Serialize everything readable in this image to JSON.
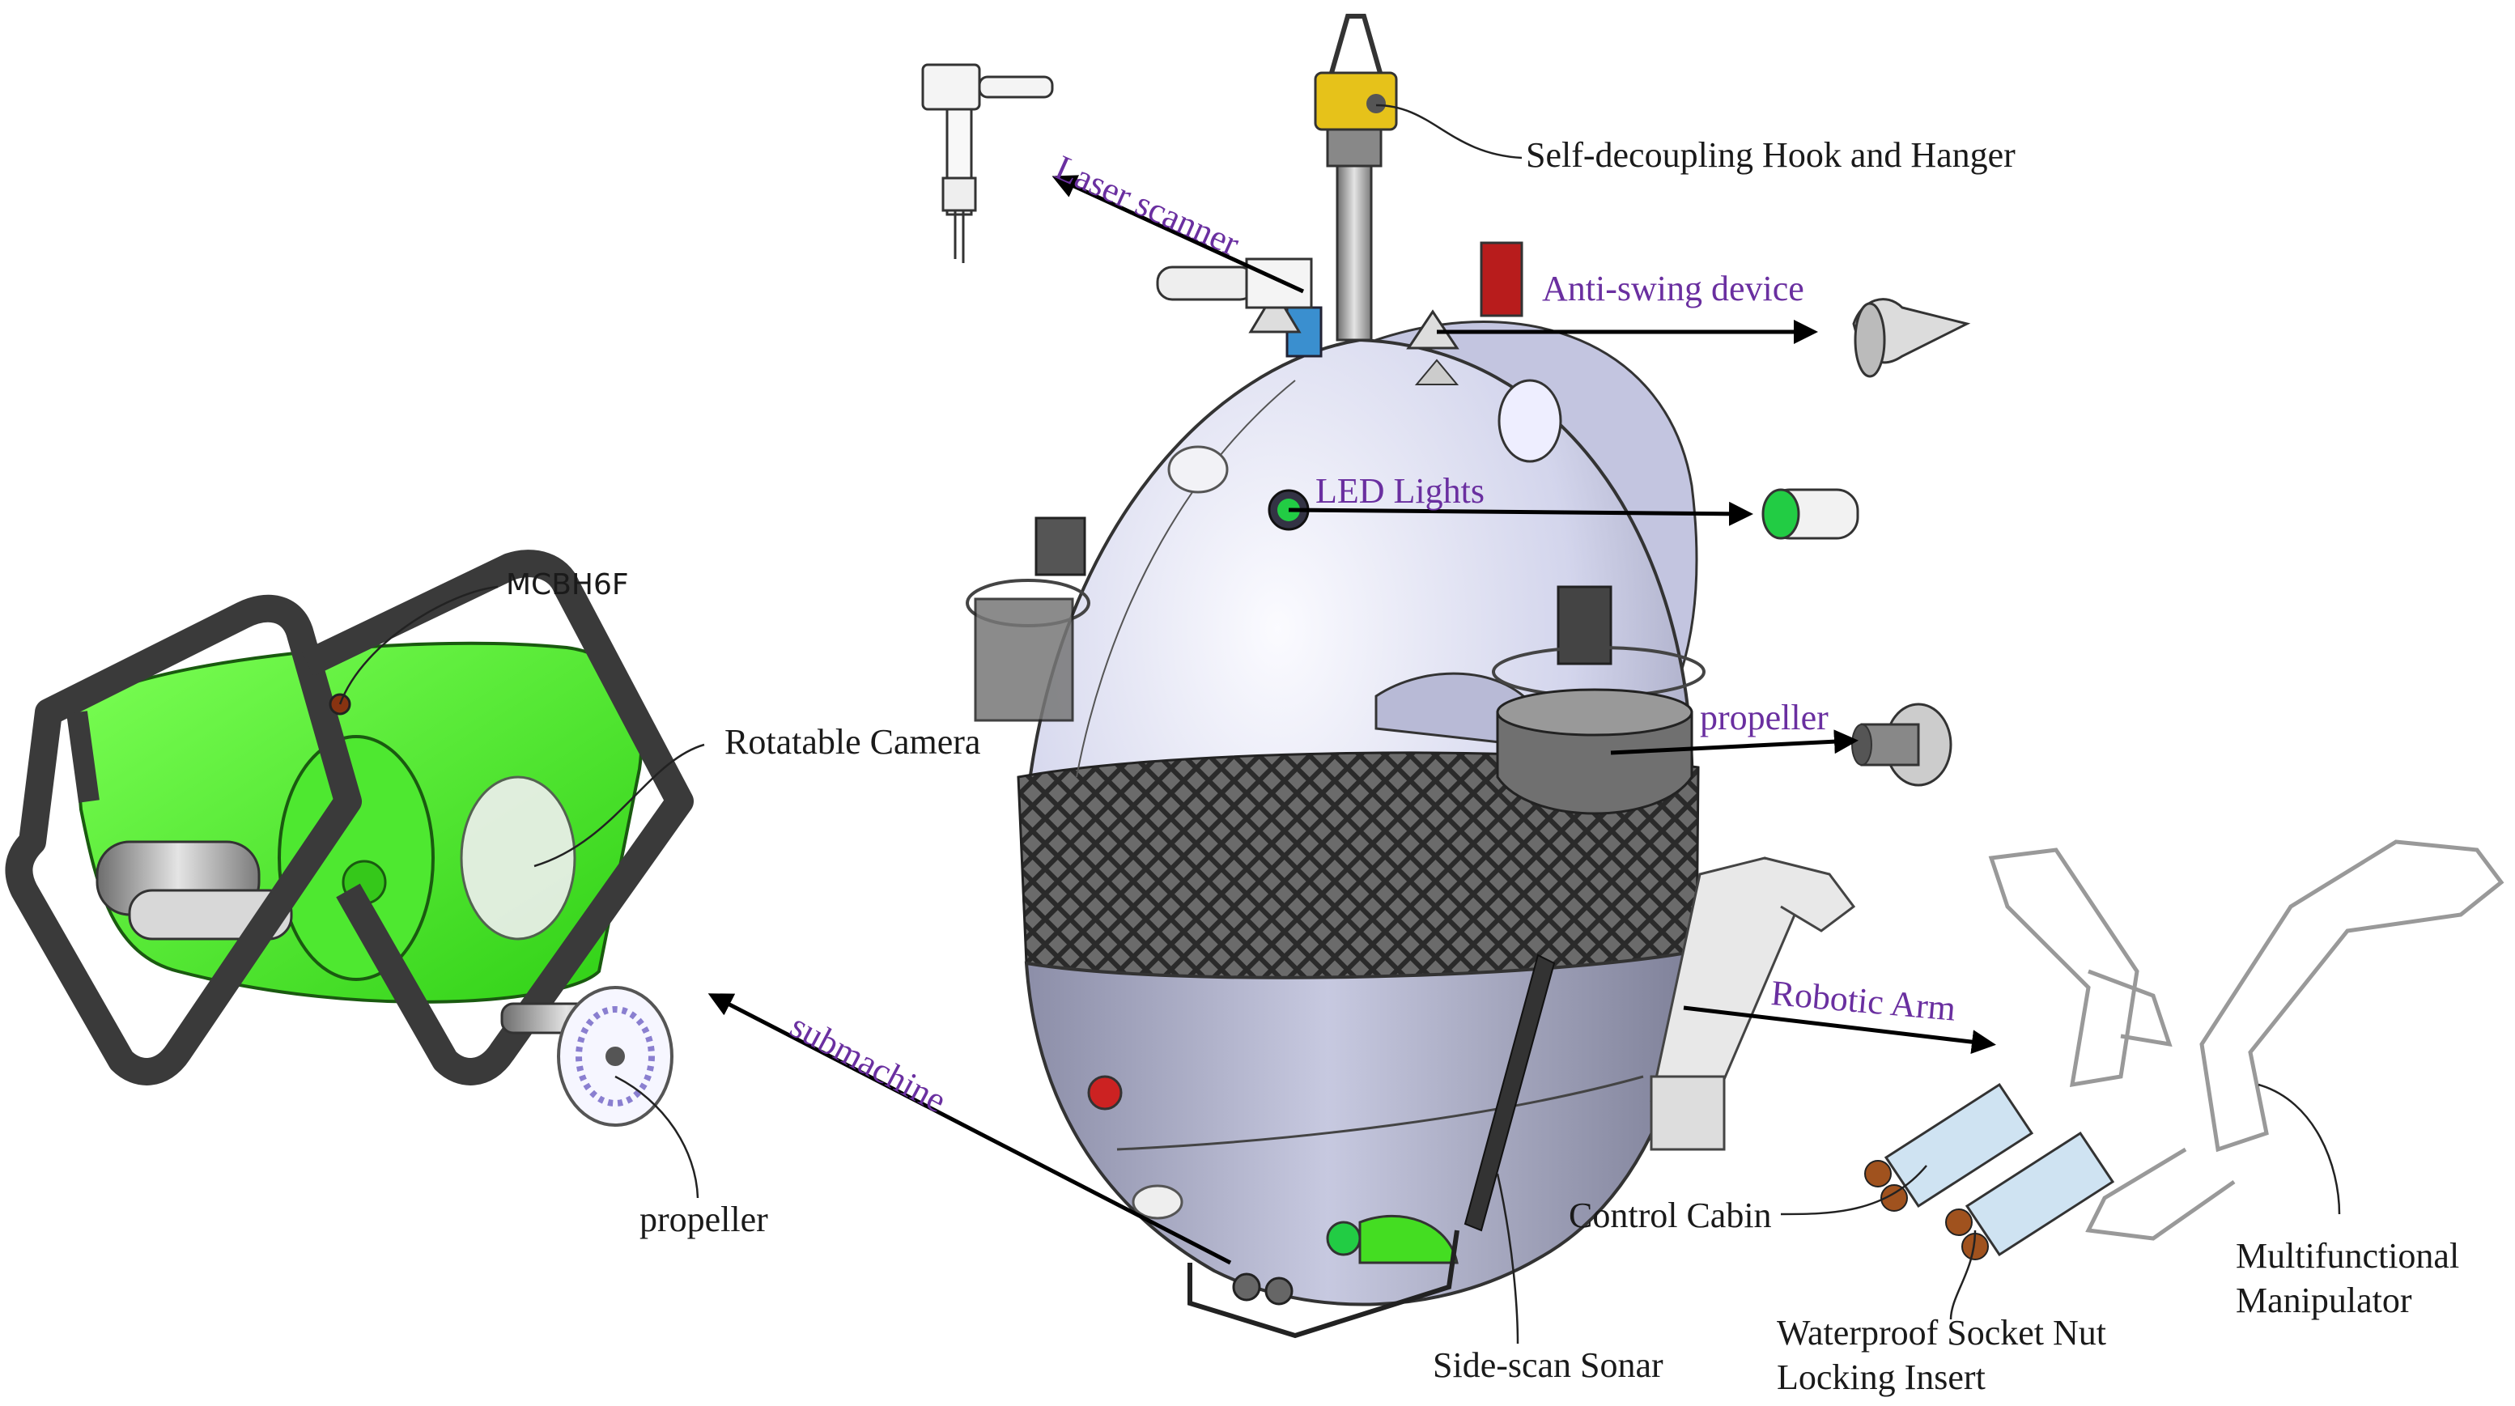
{
  "labels": {
    "hook": "Self-decoupling Hook and Hanger",
    "laser": "Laser scanner",
    "antiswing": "Anti-swing device",
    "led": "LED Lights",
    "mcbh": "MCBH6F",
    "camera": "Rotatable Camera",
    "propeller_main": "propeller",
    "robotic_arm": "Robotic Arm",
    "submachine": "submachine",
    "propeller_sub": "propeller",
    "control_cabin": "Control Cabin",
    "multi_line1": "Multifunctional",
    "multi_line2": "Manipulator",
    "socket_line1": "Waterproof Socket Nut",
    "socket_line2": "Locking Insert",
    "sonar": "Side-scan Sonar"
  },
  "colors": {
    "accent_purple": "#6a2fa0",
    "hull": "#d6d8ee",
    "sub_green": "#44ee22",
    "frame": "#3a3a3a",
    "led_green": "#22cc44",
    "sensor_red": "#cc2222",
    "hook_yellow": "#e6c21a"
  }
}
